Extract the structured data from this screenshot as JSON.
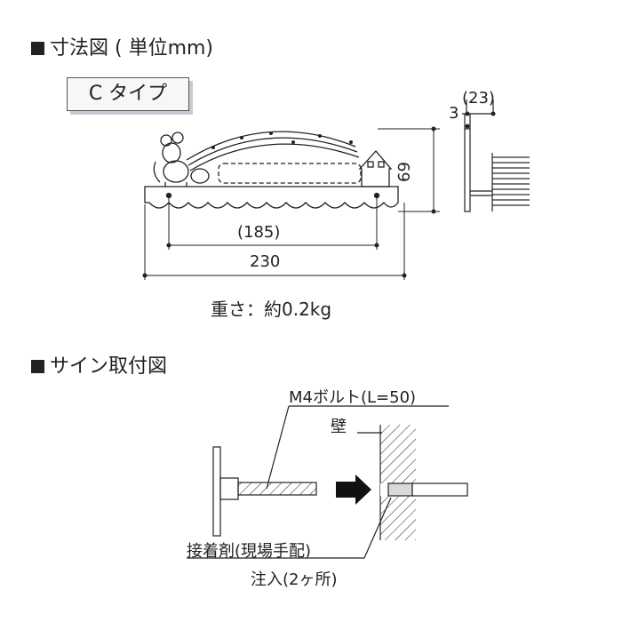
{
  "headings": {
    "dimensions": "寸法図 ( 単位mm)",
    "install": "サイン取付図"
  },
  "type_label": "C タイプ",
  "front_view": {
    "inner_width": "(185)",
    "total_width": "230",
    "height": "69"
  },
  "side_view": {
    "thickness": "3",
    "depth": "(23)"
  },
  "weight": "重さ：約0.2kg",
  "install_labels": {
    "bolt": "M4ボルト(L=50)",
    "wall": "壁",
    "adhesive": "接着剤(現場手配)",
    "injection": "注入(2ヶ所)"
  }
}
